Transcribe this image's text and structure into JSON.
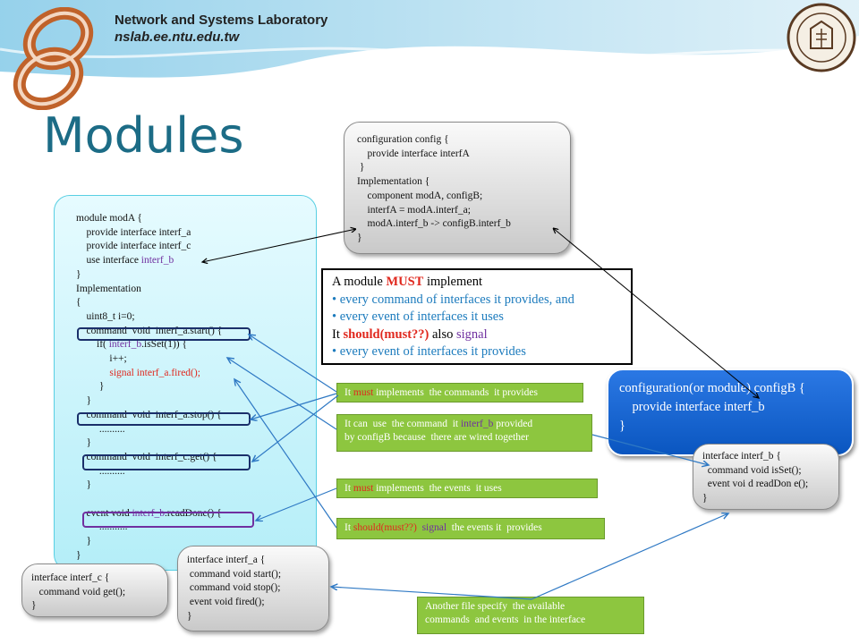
{
  "header": {
    "lab_name": "Network and Systems Laboratory",
    "lab_url": "nslab.ee.ntu.edu.tw"
  },
  "title": "Modules",
  "config_box": {
    "lines": [
      "configuration config {",
      "    provide interface interfA",
      " }",
      "Implementation {",
      "    component modA, configB;",
      "    interfA = modA.interf_a;",
      "    modA.interf_b -> configB.interf_b",
      "}"
    ]
  },
  "modA_box": {
    "l1": "module modA {",
    "l2": "    provide interface interf_a",
    "l3": "    provide interface interf_c",
    "l4a": "    use interface ",
    "l4b": "interf_b",
    "l5": "}",
    "l6": "Implementation",
    "l7": "{",
    "l8": "    uint8_t i=0;",
    "l9": "    command  void  interf_a.start() {",
    "l10a": "        if( ",
    "l10b": "interf_b",
    "l10c": ".isSet(1)) {",
    "l11": "             i++;",
    "l12": "             signal interf_a.fired();",
    "l13": "         }",
    "l14": "    }",
    "l15": "    command  void  interf_a.stop() {",
    "l16": "         ..........",
    "l17": "    }",
    "l18": "    command  void  interf_c.get() {",
    "l19": "         ..........",
    "l20": "    }",
    "l21a": "    event void ",
    "l21b": "interf_b",
    "l21c": ".readDone() {",
    "l22": "         ...........",
    "l23": "    }",
    "l24": "}"
  },
  "note": {
    "line1_a": "A module ",
    "line1_b": "MUST",
    "line1_c": " implement",
    "bullet1": "every command of interfaces it provides, and",
    "bullet2": "every event of interfaces it uses",
    "line4_a": "It ",
    "line4_b": "should(must??)",
    "line4_c": "  also ",
    "line4_d": "signal",
    "bullet3": "every event of interfaces it provides"
  },
  "configB_box": {
    "line1": "configuration(or module) configB {",
    "line2": "    provide interface interf_b",
    "line3": "}"
  },
  "interf_b_box": {
    "lines": [
      "interface interf_b {",
      "  command void isSet();",
      "  event voi d readDon e();",
      "}"
    ]
  },
  "interf_a_box": {
    "lines": [
      "interface interf_a {",
      " command void start();",
      " command void stop();",
      " event void fired();",
      "}"
    ]
  },
  "interf_c_box": {
    "lines": [
      "interface interf_c {",
      "   command void get();",
      "}"
    ]
  },
  "green_labels": {
    "g1_a": "It ",
    "g1_b": "must",
    "g1_c": " implements  the commands  it provides",
    "g2_a": "It can  use  the command  it ",
    "g2_b": "interf_b",
    "g2_c": " provided",
    "g2_d": "by configB because  there are wired together",
    "g3_a": "It ",
    "g3_b": "must",
    "g3_c": " implements  the events  it uses",
    "g4_a": "It ",
    "g4_b": "should(must??)",
    "g4_c": "  ",
    "g4_d": "signal",
    "g4_e": "  the events it  provides",
    "g5_a": "Another file specify  the available",
    "g5_b": "commands  and events  in the interface"
  },
  "colors": {
    "title": "#1c6c86",
    "accent_blue": "#1f67d8",
    "green_label": "#8dc63f",
    "highlight_red": "#e0281e",
    "highlight_purple": "#7030a0"
  }
}
